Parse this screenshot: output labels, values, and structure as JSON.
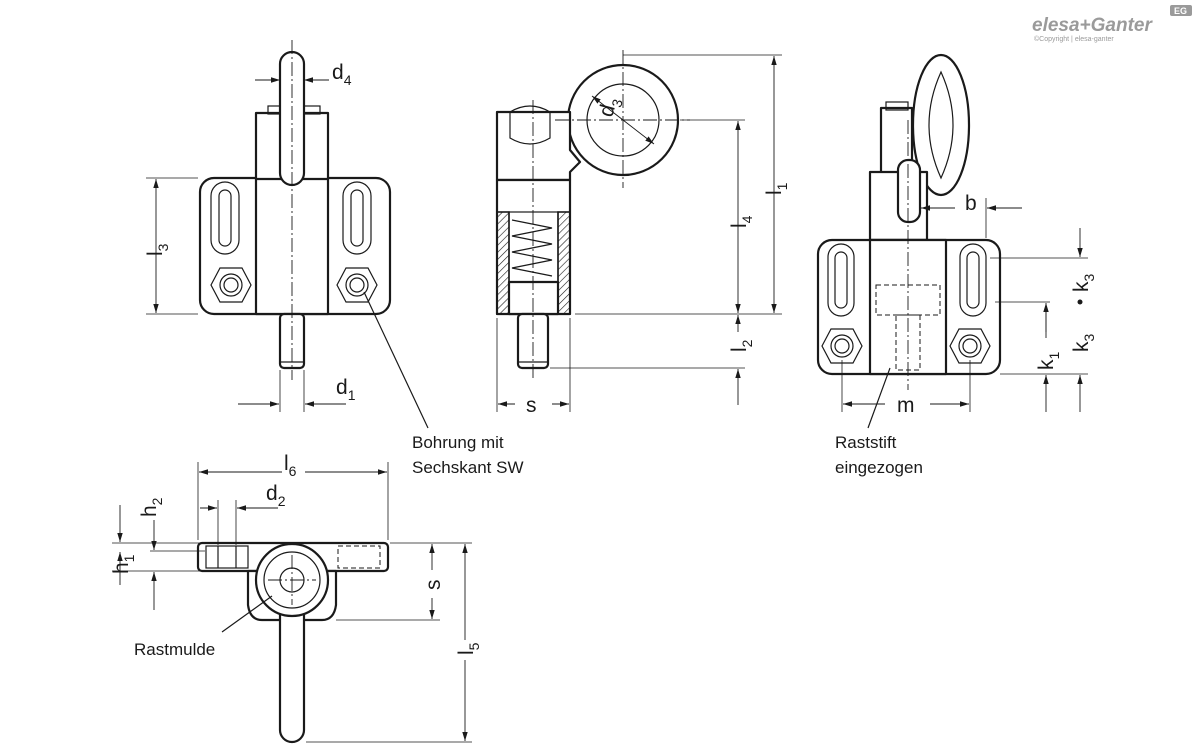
{
  "brand": {
    "name": "elesa+Ganter",
    "copyright": "©Copyright | elesa-ganter",
    "badge": "EG",
    "color": "#9a9a9a"
  },
  "labels": {
    "d4": {
      "main": "d",
      "sub": "4"
    },
    "d3": {
      "main": "d",
      "sub": "3"
    },
    "l1": {
      "main": "l",
      "sub": "1"
    },
    "l3": {
      "main": "l",
      "sub": "3"
    },
    "l4": {
      "main": "l",
      "sub": "4"
    },
    "l2": {
      "main": "l",
      "sub": "2"
    },
    "d1": {
      "main": "d",
      "sub": "1"
    },
    "s_side": {
      "main": "s"
    },
    "b": {
      "main": "b"
    },
    "k3_top": {
      "main": "k",
      "sub": "3"
    },
    "k3_bottom": {
      "main": "k",
      "sub": "3"
    },
    "k1": {
      "main": "k",
      "sub": "1"
    },
    "m": {
      "main": "m"
    },
    "l6": {
      "main": "l",
      "sub": "6"
    },
    "h2": {
      "main": "h",
      "sub": "2"
    },
    "d2": {
      "main": "d",
      "sub": "2"
    },
    "h1": {
      "main": "h",
      "sub": "1"
    },
    "s_top": {
      "main": "s"
    },
    "l5": {
      "main": "l",
      "sub": "5"
    }
  },
  "notes": {
    "bohrung_line1": "Bohrung mit",
    "bohrung_line2": "Sechskant SW",
    "raststift_line1": "Raststift",
    "raststift_line2": "eingezogen",
    "rastmulde": "Rastmulde"
  }
}
